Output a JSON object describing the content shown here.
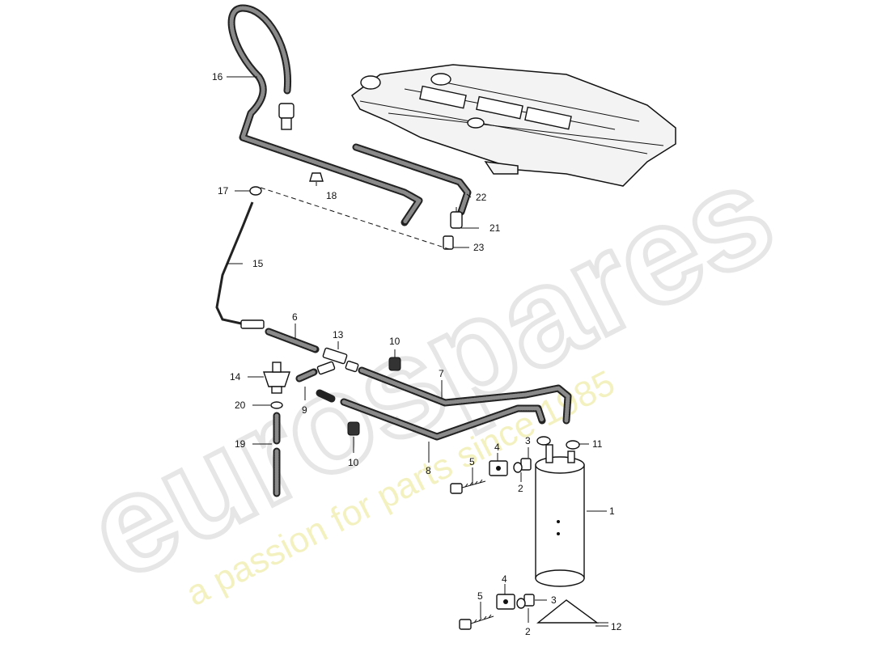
{
  "watermark": {
    "brand": "eurospares",
    "tagline": "a passion for parts since 1985"
  },
  "callouts": [
    {
      "id": "c1",
      "label": "1"
    },
    {
      "id": "c2a",
      "label": "2"
    },
    {
      "id": "c2b",
      "label": "2"
    },
    {
      "id": "c3a",
      "label": "3"
    },
    {
      "id": "c3b",
      "label": "3"
    },
    {
      "id": "c4a",
      "label": "4"
    },
    {
      "id": "c4b",
      "label": "4"
    },
    {
      "id": "c5a",
      "label": "5"
    },
    {
      "id": "c5b",
      "label": "5"
    },
    {
      "id": "c6",
      "label": "6"
    },
    {
      "id": "c7",
      "label": "7"
    },
    {
      "id": "c8",
      "label": "8"
    },
    {
      "id": "c9",
      "label": "9"
    },
    {
      "id": "c10a",
      "label": "10"
    },
    {
      "id": "c10b",
      "label": "10"
    },
    {
      "id": "c11",
      "label": "11"
    },
    {
      "id": "c12",
      "label": "12"
    },
    {
      "id": "c13",
      "label": "13"
    },
    {
      "id": "c14",
      "label": "14"
    },
    {
      "id": "c15",
      "label": "15"
    },
    {
      "id": "c16",
      "label": "16"
    },
    {
      "id": "c17",
      "label": "17"
    },
    {
      "id": "c18",
      "label": "18"
    },
    {
      "id": "c19",
      "label": "19"
    },
    {
      "id": "c20",
      "label": "20"
    },
    {
      "id": "c21",
      "label": "21"
    },
    {
      "id": "c22",
      "label": "22"
    },
    {
      "id": "c23",
      "label": "23"
    }
  ]
}
